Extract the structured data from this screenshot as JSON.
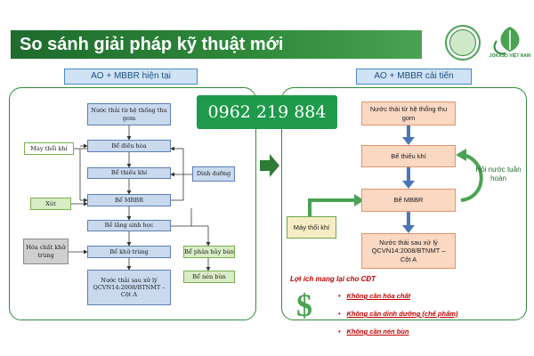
{
  "header": {
    "title": "So sánh giải pháp kỹ thuật mới",
    "logo2_caption": "JOKASO VIỆT NAM"
  },
  "left_panel": {
    "tag": "AO + MBBR hiện tại",
    "boxes": {
      "source": "Nước thải từ hệ thống thu gom",
      "equalization": "Bể điều hòa",
      "anoxic": "Bể thiếu khí",
      "mbbr": "Bể MBBR",
      "settling": "Bể lắng sinh học",
      "disinfection": "Bể khử trùng",
      "effluent": "Nước thải sau xử lý QCVN14:2008/BTNMT – Cột A",
      "blower": "Máy thổi khí",
      "nutrient": "Dinh dưỡng",
      "caustic": "Xút",
      "chemical": "Hóa chất khử trùng",
      "sludge_digest": "Bể phân hủy bùn",
      "sludge_press": "Bể nén bùn"
    }
  },
  "phone": "0962 219 884",
  "right_panel": {
    "tag": "AO + MBBR cải tiến",
    "boxes": {
      "source": "Nước thải từ hệ thống thu gom",
      "anoxic": "Bể thiếu khí",
      "mbbr": "Bể MBBR",
      "effluent": "Nước thải sau xử lý QCVN14:2008/BTNMT – Cột A",
      "blower": "Máy thổi khí"
    },
    "recycle_label": "Hồi nước tuần hoàn",
    "benefits_title": "Lợi ích mang lại cho CĐT",
    "benefits": [
      "Không cần hóa chất",
      "Không cần dinh dưỡng (chế phẩm)",
      "Không cần nén bùn"
    ],
    "dollar_symbol": "$"
  },
  "colors": {
    "brand_green": "#2f8a3b",
    "box_blue": "#c9d9ee",
    "box_orange": "#fbd8c2",
    "benefit_red": "#c00000",
    "phone_bg": "#1f9a4a"
  }
}
